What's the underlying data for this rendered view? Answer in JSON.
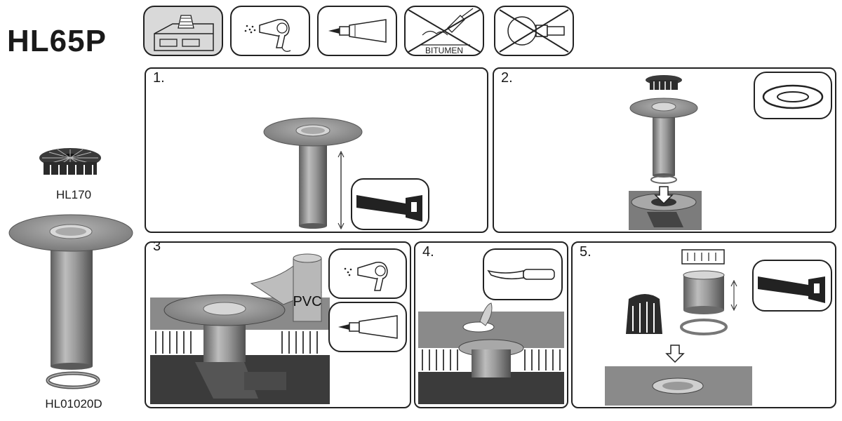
{
  "product": {
    "title": "HL65P"
  },
  "parts": [
    {
      "label": "HL170",
      "icon": "grate-icon"
    },
    {
      "label": "HL01020D",
      "icon": "sealing-ring-icon"
    }
  ],
  "tool_icons": [
    {
      "name": "roof-icon",
      "crossed": false
    },
    {
      "name": "hot-air-gun-icon",
      "crossed": false
    },
    {
      "name": "sealant-tube-icon",
      "crossed": false
    },
    {
      "name": "bitumen-torch-icon",
      "crossed": true,
      "label": "BITUMEN"
    },
    {
      "name": "nail-gun-icon",
      "crossed": true
    }
  ],
  "steps": [
    {
      "number": "1."
    },
    {
      "number": "2."
    },
    {
      "number": "3",
      "membrane_label": "PVC"
    },
    {
      "number": "4."
    },
    {
      "number": "5."
    }
  ],
  "colors": {
    "metal": "#8a8a8a",
    "metal_light": "#c8c8c8",
    "dark": "#2b2b2b",
    "outline": "#222222",
    "shaded_badge": "#d9d9d9"
  }
}
